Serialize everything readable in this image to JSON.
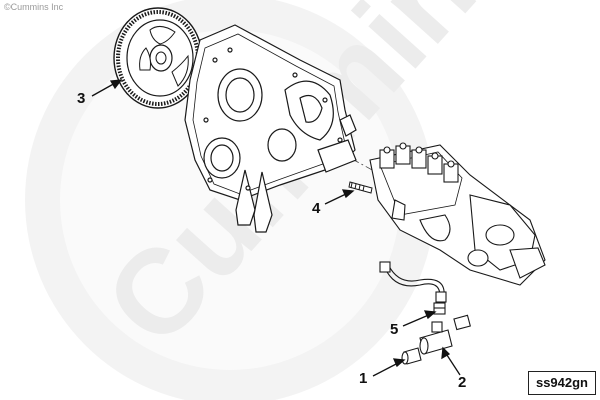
{
  "copyright": "©Cummins Inc",
  "watermark": "Cummins",
  "callouts": {
    "c1": "1",
    "c2": "2",
    "c3": "3",
    "c4": "4",
    "c5": "5"
  },
  "drawing_id": "ss942gn",
  "colors": {
    "line": "#1a1a1a",
    "watermark": "#efefef",
    "background": "#ffffff"
  }
}
